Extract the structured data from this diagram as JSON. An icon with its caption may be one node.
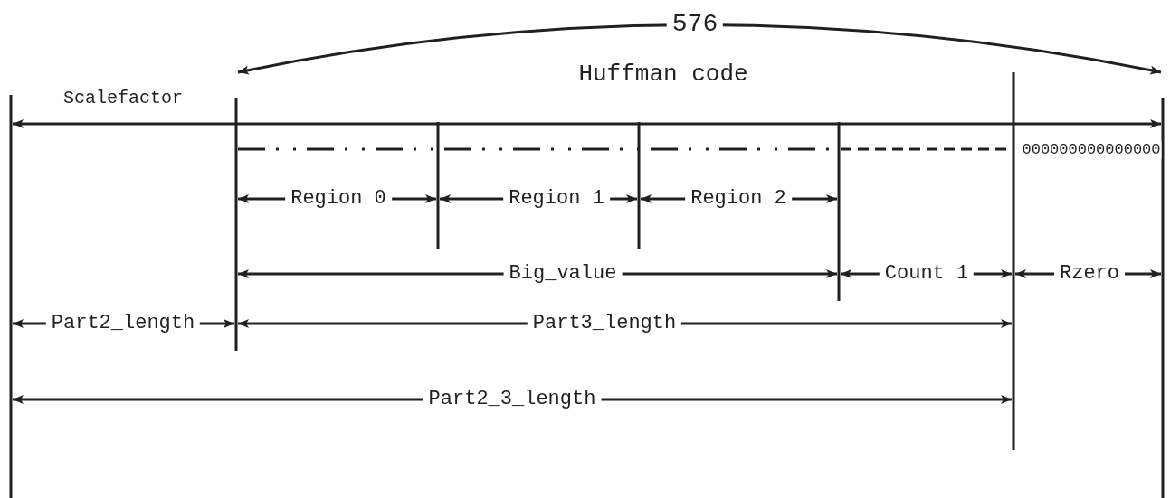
{
  "diagram": {
    "labels": [
      "576",
      "Huffman code",
      "Scalefactor",
      "000000000000000",
      "Region 0",
      "Region 1",
      "Region 2",
      "Big_value",
      "Count 1",
      "Rzero",
      "Part2_length",
      "Part3_length",
      "Part2_3_length"
    ]
  }
}
